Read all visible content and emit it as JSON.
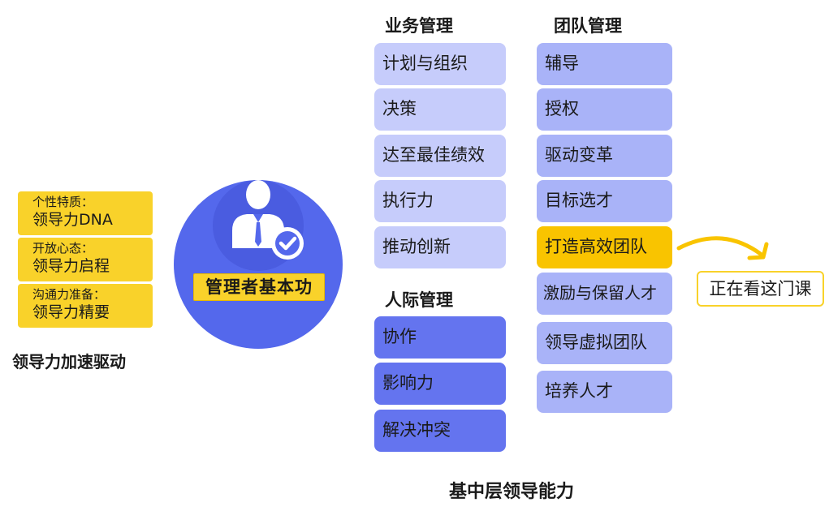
{
  "accelerators": {
    "caption": "领导力加速驱动",
    "items": [
      {
        "line1": "个性特质：",
        "line2": "领导力DNA"
      },
      {
        "line1": "开放心态：",
        "line2": "领导力启程"
      },
      {
        "line1": "沟通力准备：",
        "line2": "领导力精要"
      }
    ]
  },
  "center": {
    "label": "管理者基本功",
    "icon": "manager-check-icon"
  },
  "business": {
    "header": "业务管理",
    "items": [
      "计划与组织",
      "决策",
      "达至最佳绩效",
      "执行力",
      "推动创新"
    ]
  },
  "interpersonal": {
    "header": "人际管理",
    "items": [
      "协作",
      "影响力",
      "解决冲突"
    ]
  },
  "team": {
    "header": "团队管理",
    "items": [
      "辅导",
      "授权",
      "驱动变革",
      "目标选才",
      "打造高效团队",
      "激励与保留人才",
      "领导虚拟团队",
      "培养人才"
    ]
  },
  "current_course_label": "正在看这门课",
  "bottom_caption": "基中层领导能力",
  "colors": {
    "yellow": "#f9d22a",
    "highlight": "#f9c400",
    "blue_circle": "#5468ec",
    "box_light": "#c6ccfb",
    "box_mid": "#a9b3f8",
    "box_dark": "#6474ef"
  }
}
